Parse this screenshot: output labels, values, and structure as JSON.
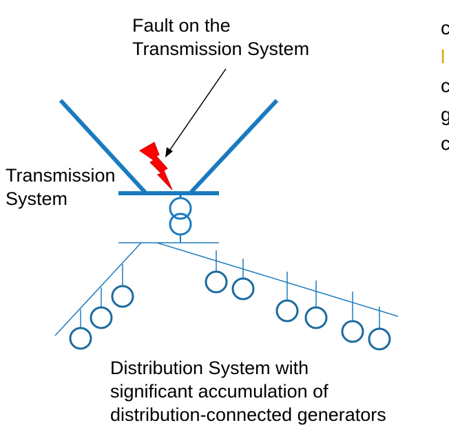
{
  "labels": {
    "fault": [
      "Fault on the",
      "Transmission System"
    ],
    "transmission": [
      "Transmission",
      "System"
    ],
    "distribution": [
      "Distribution System with",
      "significant accumulation of",
      "distribution-connected generators"
    ]
  },
  "edge_fragments": [
    "c",
    "l",
    "c",
    "g",
    "c"
  ],
  "colors": {
    "line": "#1a7abf",
    "generator": "#1a6a9e",
    "fault": "#ff0000",
    "fault_stroke": "#cc0000",
    "arrow": "#000000",
    "edge_fragment_highlight": "#d4a600"
  },
  "icons": {
    "fault_symbol": "lightning-bolt-icon",
    "transformer": "transformer-icon",
    "generator": "generator-icon"
  }
}
